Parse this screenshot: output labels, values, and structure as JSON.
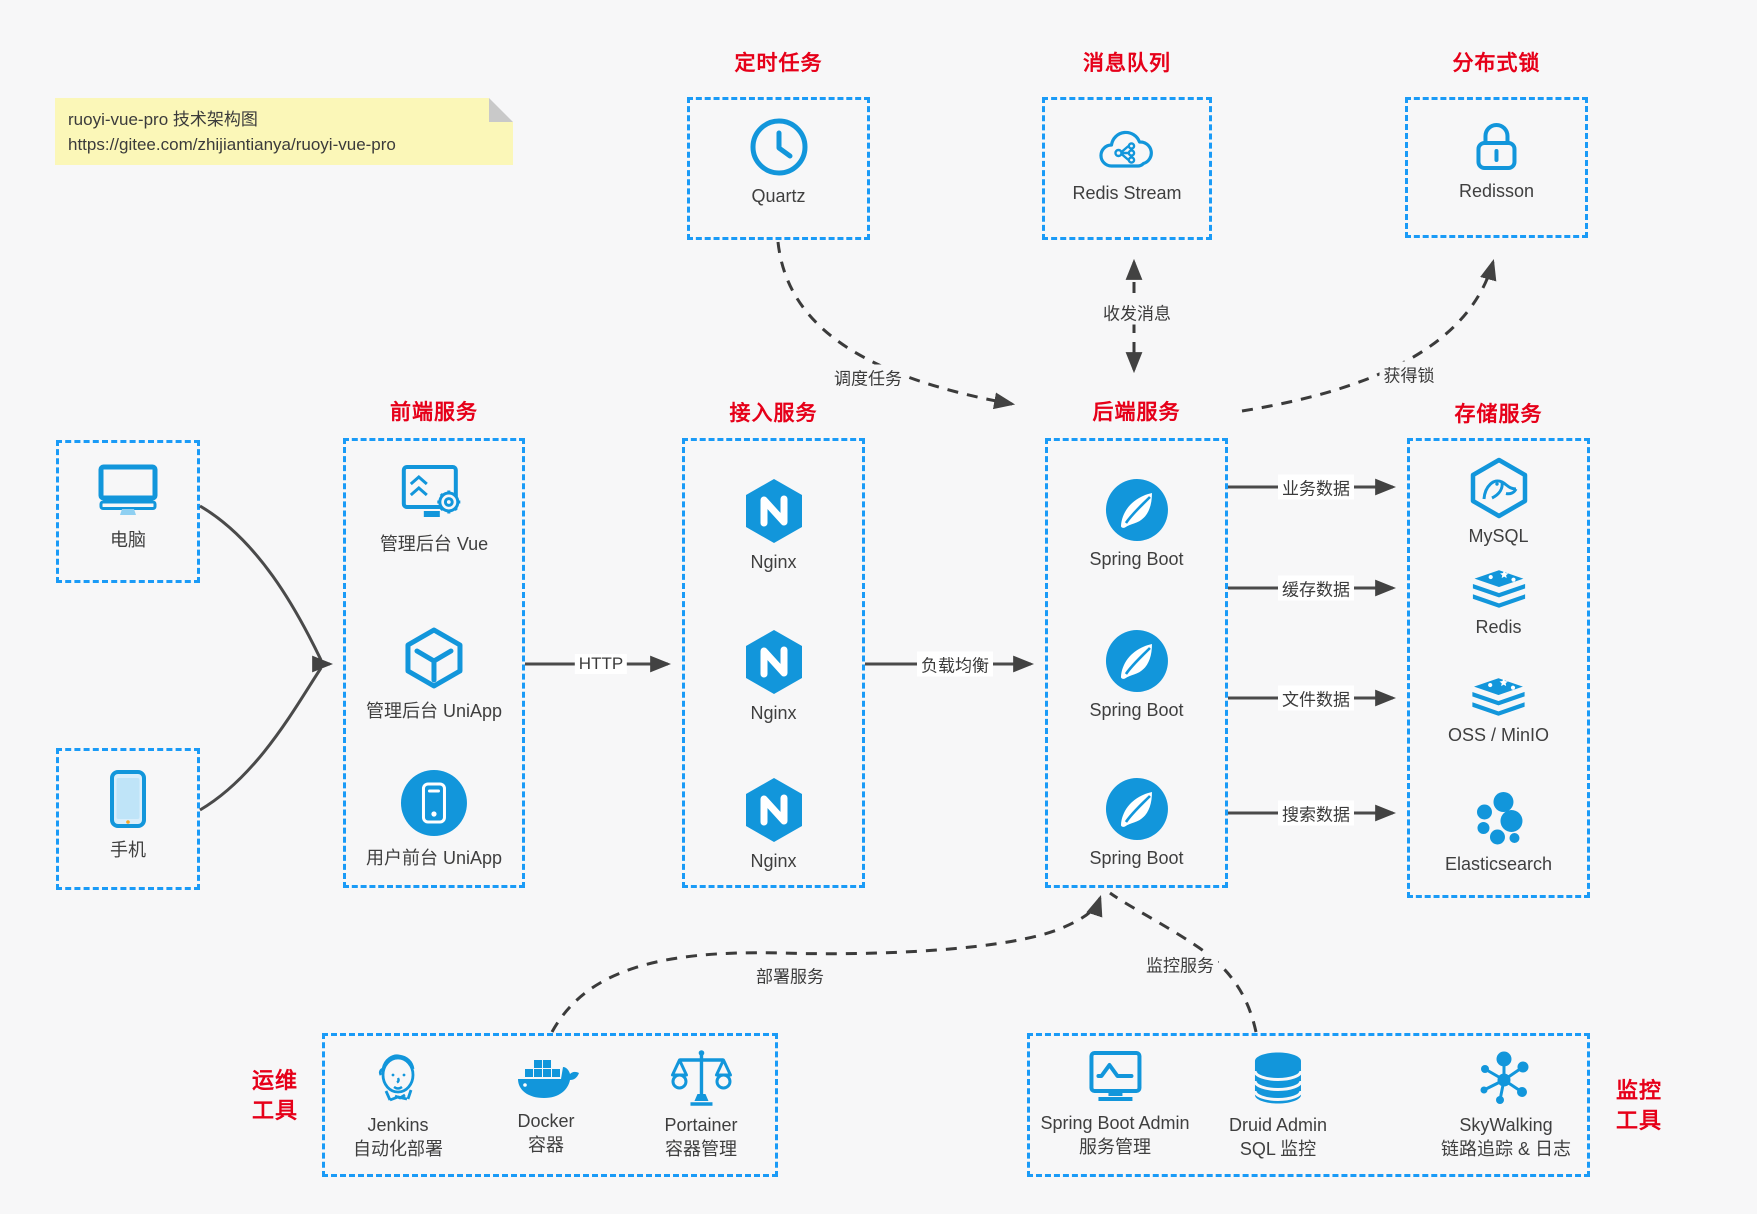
{
  "note": {
    "line1": "ruoyi-vue-pro 技术架构图",
    "line2": "https://gitee.com/zhijiantianya/ruoyi-vue-pro"
  },
  "palette": {
    "icon_blue": "#1296db",
    "border_blue": "#1a9bf7",
    "title_red": "#e60019",
    "arrow_dark": "#424242",
    "note_yellow": "#fbf7b8"
  },
  "sections": {
    "scheduled_task": {
      "title": "定时任务",
      "item": {
        "label": "Quartz"
      }
    },
    "message_queue": {
      "title": "消息队列",
      "item": {
        "label": "Redis Stream"
      }
    },
    "distributed_lock": {
      "title": "分布式锁",
      "item": {
        "label": "Redisson"
      }
    },
    "clients": {
      "items": [
        {
          "label": "电脑"
        },
        {
          "label": "手机"
        }
      ]
    },
    "frontend": {
      "title": "前端服务",
      "items": [
        {
          "label": "管理后台 Vue"
        },
        {
          "label": "管理后台 UniApp"
        },
        {
          "label": "用户前台 UniApp"
        }
      ]
    },
    "access": {
      "title": "接入服务",
      "items": [
        {
          "label": "Nginx"
        },
        {
          "label": "Nginx"
        },
        {
          "label": "Nginx"
        }
      ]
    },
    "backend": {
      "title": "后端服务",
      "items": [
        {
          "label": "Spring Boot"
        },
        {
          "label": "Spring Boot"
        },
        {
          "label": "Spring Boot"
        }
      ]
    },
    "storage": {
      "title": "存储服务",
      "items": [
        {
          "label": "MySQL"
        },
        {
          "label": "Redis"
        },
        {
          "label": "OSS / MinIO"
        },
        {
          "label": "Elasticsearch"
        }
      ]
    },
    "ops_tools": {
      "title_line1": "运维",
      "title_line2": "工具",
      "items": [
        {
          "line1": "Jenkins",
          "line2": "自动化部署"
        },
        {
          "line1": "Docker",
          "line2": "容器"
        },
        {
          "line1": "Portainer",
          "line2": "容器管理"
        }
      ]
    },
    "monitor_tools": {
      "title_line1": "监控",
      "title_line2": "工具",
      "items": [
        {
          "line1": "Spring Boot Admin",
          "line2": "服务管理"
        },
        {
          "line1": "Druid Admin",
          "line2": "SQL 监控"
        },
        {
          "line1": "SkyWalking",
          "line2": "链路追踪 & 日志"
        }
      ]
    }
  },
  "edges": {
    "http": "HTTP",
    "load_balance": "负载均衡",
    "biz_data": "业务数据",
    "cache_data": "缓存数据",
    "file_data": "文件数据",
    "search_data": "搜索数据",
    "schedule_task": "调度任务",
    "send_receive_msg": "收发消息",
    "acquire_lock": "获得锁",
    "deploy_service": "部署服务",
    "monitor_service": "监控服务"
  }
}
